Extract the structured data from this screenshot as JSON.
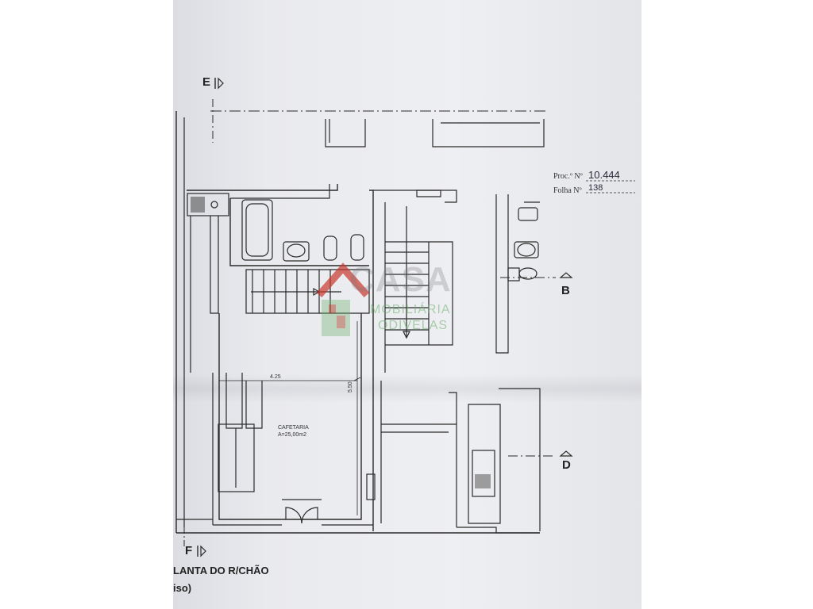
{
  "drawing": {
    "title": "LANTA DO R/CHÃO",
    "subtitle": "iso)",
    "proc_label": "Proc.º Nº",
    "proc_value": "10.444",
    "folha_label": "Folha Nº",
    "folha_value": "138",
    "section_markers": [
      "E",
      "F",
      "B",
      "D"
    ],
    "room": {
      "name": "CAFETARIA",
      "area": "A=25,00m2"
    },
    "dimensions": [
      "4.25",
      "5.50"
    ]
  },
  "watermark": {
    "brand": "CASA",
    "line1": "MOBILIÁRIA",
    "line2": "ODIVELAS"
  },
  "colors": {
    "paper": "#eceef2",
    "ink": "#1f1f1f",
    "watermark_red": "#c8392e",
    "watermark_green": "#6fb06f"
  }
}
